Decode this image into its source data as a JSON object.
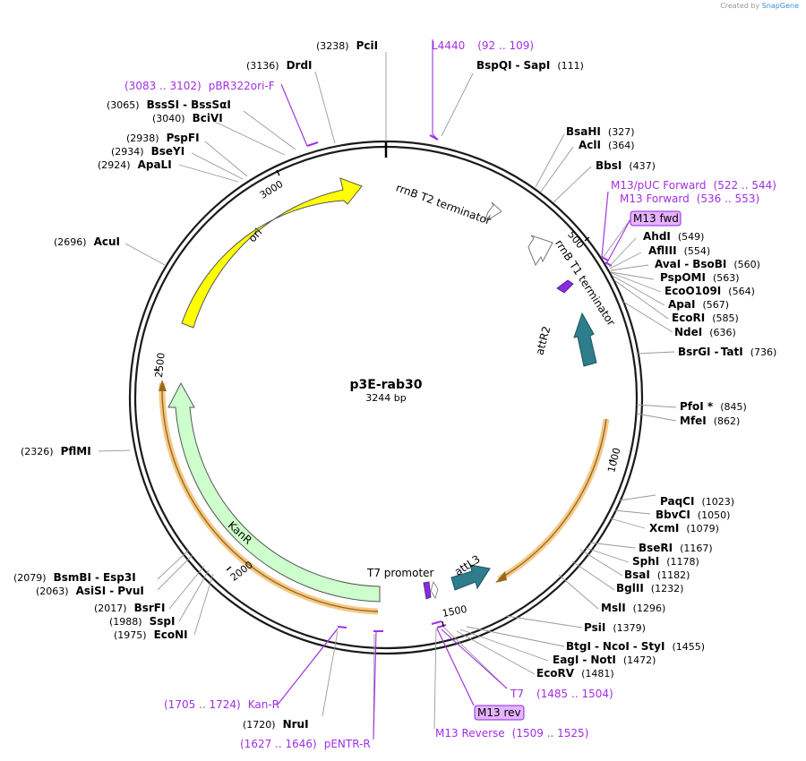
{
  "app": {
    "credit_prefix": "Created by",
    "credit_brand": "SnapGene"
  },
  "plasmid": {
    "name": "p3E-rab30",
    "length_label": "3244 bp"
  },
  "ticks": [
    "500",
    "1000",
    "1500",
    "2000",
    "2500",
    "3000"
  ],
  "sites": [
    {
      "pos": "(3238)",
      "names": [
        "PciI"
      ]
    },
    {
      "pos": "(3136)",
      "names": [
        "DrdI"
      ]
    },
    {
      "pos": "(3065)",
      "names": [
        "BssSI",
        "BssSαI"
      ]
    },
    {
      "pos": "(3040)",
      "names": [
        "BciVI"
      ]
    },
    {
      "pos": "(2938)",
      "names": [
        "PspFI"
      ]
    },
    {
      "pos": "(2934)",
      "names": [
        "BseYI"
      ]
    },
    {
      "pos": "(2924)",
      "names": [
        "ApaLI"
      ]
    },
    {
      "pos": "(2696)",
      "names": [
        "AcuI"
      ]
    },
    {
      "pos": "(2326)",
      "names": [
        "PflMI"
      ]
    },
    {
      "pos": "(2079)",
      "names": [
        "BsmBI",
        "Esp3I"
      ]
    },
    {
      "pos": "(2063)",
      "names": [
        "AsiSI",
        "PvuI"
      ]
    },
    {
      "pos": "(2017)",
      "names": [
        "BsrFI"
      ]
    },
    {
      "pos": "(1988)",
      "names": [
        "SspI"
      ]
    },
    {
      "pos": "(1975)",
      "names": [
        "EcoNI"
      ]
    },
    {
      "pos": "(1720)",
      "names": [
        "NruI"
      ]
    },
    {
      "pos": "(111)",
      "names": [
        "BspQI",
        "SapI"
      ]
    },
    {
      "pos": "(327)",
      "names": [
        "BsaHI"
      ]
    },
    {
      "pos": "(364)",
      "names": [
        "AclI"
      ]
    },
    {
      "pos": "(437)",
      "names": [
        "BbsI"
      ]
    },
    {
      "pos": "(549)",
      "names": [
        "AhdI"
      ]
    },
    {
      "pos": "(554)",
      "names": [
        "AflIII"
      ]
    },
    {
      "pos": "(560)",
      "names": [
        "AvaI",
        "BsoBI"
      ]
    },
    {
      "pos": "(563)",
      "names": [
        "PspOMI"
      ]
    },
    {
      "pos": "(564)",
      "names": [
        "EcoO109I"
      ]
    },
    {
      "pos": "(567)",
      "names": [
        "ApaI"
      ]
    },
    {
      "pos": "(585)",
      "names": [
        "EcoRI"
      ]
    },
    {
      "pos": "(636)",
      "names": [
        "NdeI"
      ]
    },
    {
      "pos": "(736)",
      "names": [
        "BsrGI",
        "TatI"
      ]
    },
    {
      "pos": "(845)",
      "names": [
        "PfoI *"
      ]
    },
    {
      "pos": "(862)",
      "names": [
        "MfeI"
      ]
    },
    {
      "pos": "(1023)",
      "names": [
        "PaqCI"
      ]
    },
    {
      "pos": "(1050)",
      "names": [
        "BbvCI"
      ]
    },
    {
      "pos": "(1079)",
      "names": [
        "XcmI"
      ]
    },
    {
      "pos": "(1167)",
      "names": [
        "BseRI"
      ]
    },
    {
      "pos": "(1178)",
      "names": [
        "SphI"
      ]
    },
    {
      "pos": "(1182)",
      "names": [
        "BsaI"
      ]
    },
    {
      "pos": "(1232)",
      "names": [
        "BglII"
      ]
    },
    {
      "pos": "(1296)",
      "names": [
        "MslI"
      ]
    },
    {
      "pos": "(1379)",
      "names": [
        "PsiI"
      ]
    },
    {
      "pos": "(1455)",
      "names": [
        "BtgI",
        "NcoI",
        "StyI"
      ]
    },
    {
      "pos": "(1472)",
      "names": [
        "EagI",
        "NotI"
      ]
    },
    {
      "pos": "(1481)",
      "names": [
        "EcoRV"
      ]
    }
  ],
  "primers": [
    {
      "name": "L4440",
      "range": "(92 .. 109)"
    },
    {
      "name": "pBR322ori-F",
      "range": "(3083 .. 3102)"
    },
    {
      "name": "M13/pUC Forward",
      "range": "(522 .. 544)"
    },
    {
      "name": "M13 Forward",
      "range": "(536 .. 553)"
    },
    {
      "name": "T7",
      "range": "(1485 .. 1504)"
    },
    {
      "name": "M13 Reverse",
      "range": "(1509 .. 1525)"
    },
    {
      "name": "Kan-R",
      "range": "(1705 .. 1724)"
    },
    {
      "name": "pENTR-R",
      "range": "(1627 .. 1646)"
    }
  ],
  "chips": [
    "M13 fwd",
    "M13 rev"
  ],
  "features": [
    "ori",
    "KanR",
    "rrnB T2 terminator",
    "rrnB T1 terminator",
    "attR2",
    "T7 promoter",
    "attL3"
  ],
  "colors": {
    "backbone": "#1a1a1a",
    "ori": "#ffff00",
    "kanr": "#ccffcc",
    "att": "#2e7d8c",
    "primer": "#a22ee3",
    "highlight": "#f5c98a",
    "chip_fill": "#e6b3ff"
  }
}
